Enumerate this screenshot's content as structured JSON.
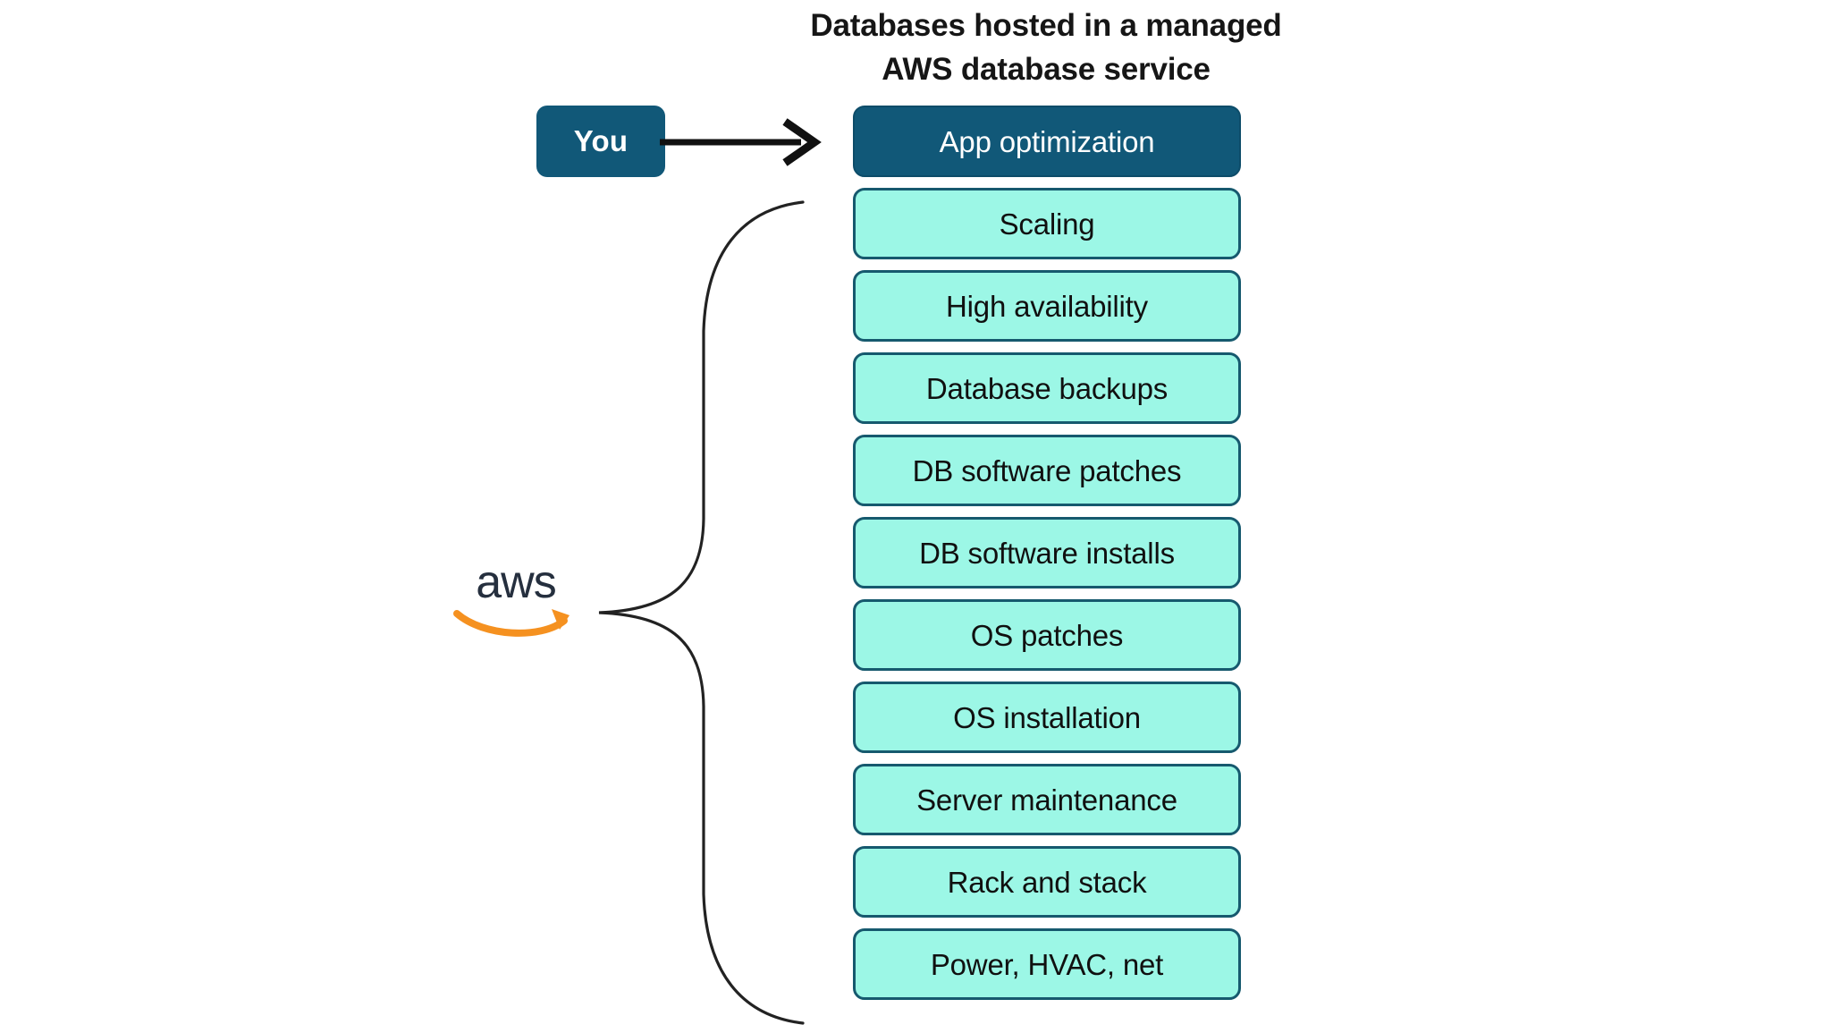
{
  "title": {
    "line1": "Databases hosted in a managed",
    "line2": "AWS database service"
  },
  "actor": {
    "label": "You"
  },
  "provider": {
    "label": "aws",
    "logo_name": "aws-logo"
  },
  "arrow": {
    "name": "arrow-right-icon"
  },
  "brace": {
    "name": "curly-brace-icon"
  },
  "responsibilities": [
    {
      "label": "App optimization",
      "owner": "you",
      "style": "dark"
    },
    {
      "label": "Scaling",
      "owner": "aws",
      "style": "cyan"
    },
    {
      "label": "High availability",
      "owner": "aws",
      "style": "cyan"
    },
    {
      "label": "Database backups",
      "owner": "aws",
      "style": "cyan"
    },
    {
      "label": "DB software patches",
      "owner": "aws",
      "style": "cyan"
    },
    {
      "label": "DB software installs",
      "owner": "aws",
      "style": "cyan"
    },
    {
      "label": "OS patches",
      "owner": "aws",
      "style": "cyan"
    },
    {
      "label": "OS installation",
      "owner": "aws",
      "style": "cyan"
    },
    {
      "label": "Server maintenance",
      "owner": "aws",
      "style": "cyan"
    },
    {
      "label": "Rack and stack",
      "owner": "aws",
      "style": "cyan"
    },
    {
      "label": "Power, HVAC, net",
      "owner": "aws",
      "style": "cyan"
    }
  ],
  "colors": {
    "dark_blue": "#115878",
    "dark_blue_border": "#0d4c69",
    "cyan_fill": "#9cf7e6",
    "cyan_border": "#16596e",
    "text_dark": "#101010",
    "text_light": "#ffffff",
    "aws_orange": "#f59120",
    "aws_text": "#232f3e",
    "background": "#ffffff"
  }
}
